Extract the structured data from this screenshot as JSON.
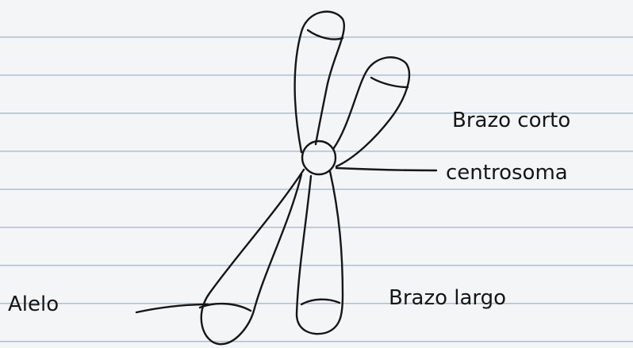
{
  "labels": {
    "short_arm": "Brazo corto",
    "centromere": "centrosoma",
    "long_arm": "Brazo largo",
    "allele": "Alelo"
  },
  "colors": {
    "ink": "#161616",
    "paper": "#f3f5f7",
    "rule_line": "#aebfd1"
  }
}
